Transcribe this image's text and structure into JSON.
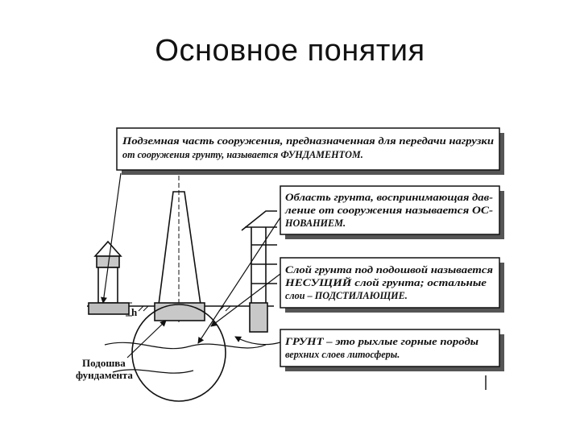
{
  "slide": {
    "title": "Основное понятия"
  },
  "boxes": {
    "foundation": {
      "line1": "Подземная часть сооружения, предназначенная для передачи нагрузки",
      "line2": "от сооружения грунту, называется ФУНДАМЕНТОМ."
    },
    "base": {
      "line1": "Область грунта, воспринимающая дав-",
      "line2": "ление от сооружения называется ОС-",
      "line3": "НОВАНИЕМ."
    },
    "bearing": {
      "line1": "Слой грунта под подошвой называется",
      "line2": "НЕСУЩИЙ слой грунта; остальные",
      "line3": "слои – ПОДСТИЛАЮЩИЕ."
    },
    "soil": {
      "line1": "ГРУНТ – это рыхлые горные породы",
      "line2": "верхних слоев литосферы."
    }
  },
  "labels": {
    "depth": "h",
    "sole_line1": "Подошва",
    "sole_line2": "фундамента"
  }
}
